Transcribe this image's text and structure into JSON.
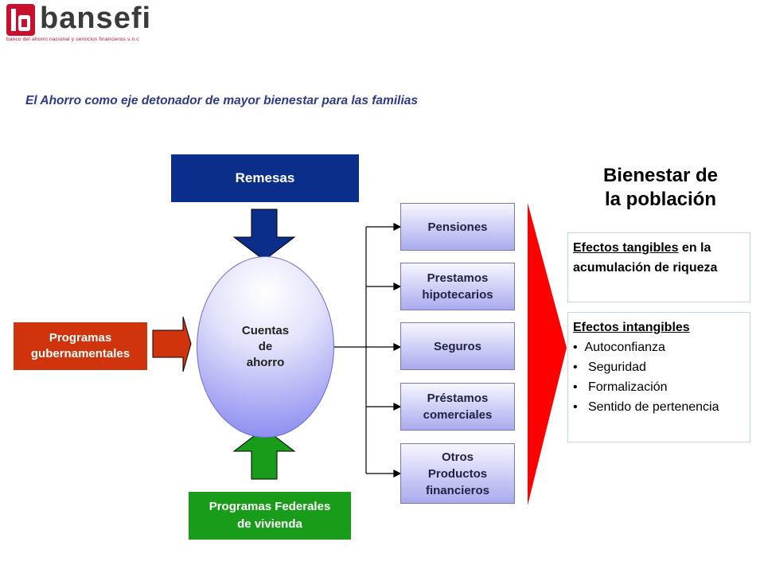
{
  "logo": {
    "wordmark": "bansefi",
    "tagline": "banco del ahorro nacional y servicios financieros s.n.c"
  },
  "subtitle": "El Ahorro como eje detonador de mayor bienestar para las familias",
  "inputs": {
    "remesas": "Remesas",
    "programas_gubernamentales": [
      "Programas",
      "gubernamentales"
    ],
    "programas_federales": [
      "Programas Federales",
      "de vivienda"
    ]
  },
  "center": [
    "Cuentas",
    "de",
    "ahorro"
  ],
  "products": [
    [
      "Pensiones"
    ],
    [
      "Prestamos",
      "hipotecarios"
    ],
    [
      "Seguros"
    ],
    [
      "Préstamos",
      "comerciales"
    ],
    [
      "Otros",
      "Productos",
      "financieros"
    ]
  ],
  "bienestar": {
    "title": [
      "Bienestar de",
      "la población"
    ],
    "tangibles": {
      "underlined": "Efectos tangibles",
      "rest": " en la acumulación de riqueza"
    },
    "intangibles": {
      "heading": "Efectos intangibles",
      "items": [
        "Autoconfianza",
        "Seguridad",
        "Formalización",
        "Sentido de pertenencia"
      ]
    }
  },
  "colors": {
    "remesas": "#0a2e8a",
    "programas_gubernamentales": "#d0340c",
    "programas_federales": "#199c19",
    "big_arrow": "#ff0000",
    "subtitle": "#2d3a8c"
  }
}
